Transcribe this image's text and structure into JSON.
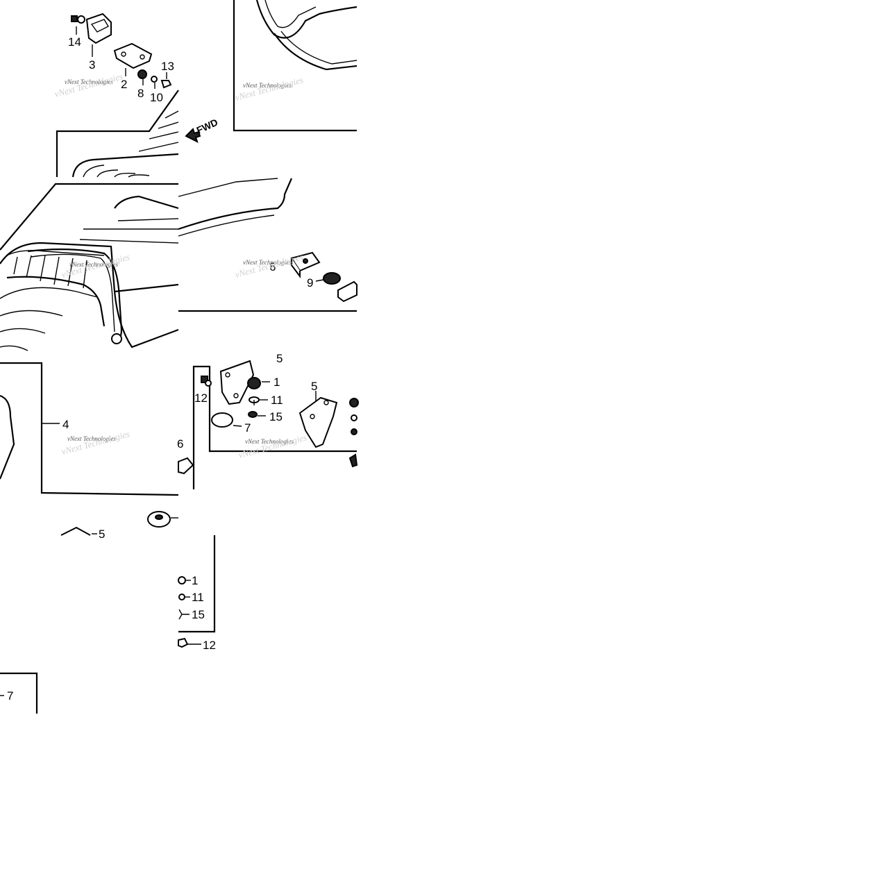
{
  "watermark_text": "vNext Technologies",
  "fwd_label": "FWD",
  "labels": [
    "14",
    "3",
    "2",
    "8",
    "10",
    "13",
    "4",
    "6",
    "1",
    "11",
    "15",
    "12",
    "5",
    "7",
    "9",
    "5",
    "1",
    "11",
    "15",
    "12",
    "5",
    "7"
  ]
}
